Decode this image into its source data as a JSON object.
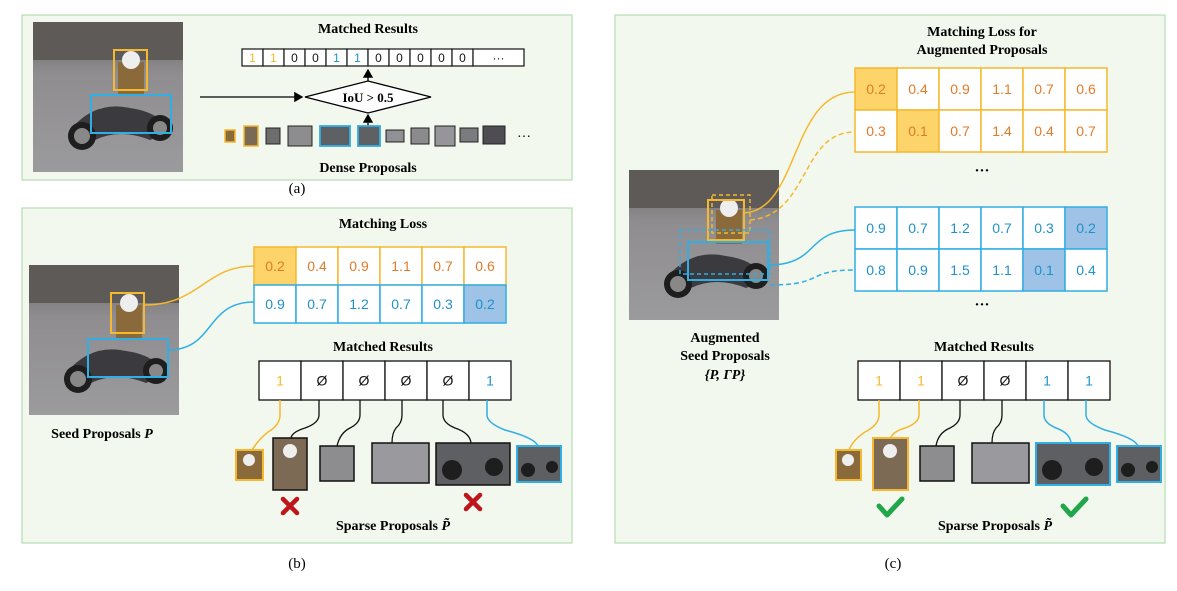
{
  "colors": {
    "panel_bg": "#f2f8ee",
    "panel_border": "#b6ddb4",
    "orange": "#f5b82e",
    "orange_text": "#e07b2a",
    "orange_fill": "#fcd46a",
    "blue": "#31aee3",
    "blue_text": "#1f91c9",
    "blue_fill": "#9fc3e6",
    "check": "#22a64a",
    "cross": "#c0141b"
  },
  "panel_a": {
    "caption": "(a)",
    "title": "Matched Results",
    "matched": [
      "1",
      "1",
      "0",
      "0",
      "1",
      "1",
      "0",
      "0",
      "0",
      "0",
      "0",
      "···"
    ],
    "matched_colors": [
      "orange",
      "orange",
      "black",
      "black",
      "blue",
      "blue",
      "black",
      "black",
      "black",
      "black",
      "black",
      "black"
    ],
    "condition": "IoU > 0.5",
    "bottom_label": "Dense Proposals",
    "ellipsis": "···"
  },
  "panel_b": {
    "caption": "(b)",
    "loss_title": "Matching Loss",
    "loss_orange": [
      "0.2",
      "0.4",
      "0.9",
      "1.1",
      "0.7",
      "0.6"
    ],
    "loss_orange_highlight": 0,
    "loss_blue": [
      "0.9",
      "0.7",
      "1.2",
      "0.7",
      "0.3",
      "0.2"
    ],
    "loss_blue_highlight": 5,
    "matched_title": "Matched Results",
    "matched": [
      "1",
      "Ø",
      "Ø",
      "Ø",
      "Ø",
      "1"
    ],
    "matched_colors": [
      "orange",
      "black",
      "black",
      "black",
      "black",
      "blue"
    ],
    "seed_label": "Seed Proposals",
    "seed_symbol": "P",
    "sparse_label": "Sparse Proposals",
    "sparse_symbol": "P̃"
  },
  "panel_c": {
    "caption": "(c)",
    "loss_title_1": "Matching Loss for",
    "loss_title_2": "Augmented Proposals",
    "loss_orange_1": [
      "0.2",
      "0.4",
      "0.9",
      "1.1",
      "0.7",
      "0.6"
    ],
    "loss_orange_1_highlight": 0,
    "loss_orange_2": [
      "0.3",
      "0.1",
      "0.7",
      "1.4",
      "0.4",
      "0.7"
    ],
    "loss_orange_2_highlight": 1,
    "loss_blue_1": [
      "0.9",
      "0.7",
      "1.2",
      "0.7",
      "0.3",
      "0.2"
    ],
    "loss_blue_1_highlight": 5,
    "loss_blue_2": [
      "0.8",
      "0.9",
      "1.5",
      "1.1",
      "0.1",
      "0.4"
    ],
    "loss_blue_2_highlight": 4,
    "ellipsis": "···",
    "aug_label_1": "Augmented",
    "aug_label_2": "Seed Proposals",
    "aug_label_3": "{P, ΓP}",
    "matched_title": "Matched Results",
    "matched": [
      "1",
      "1",
      "Ø",
      "Ø",
      "1",
      "1"
    ],
    "matched_colors": [
      "orange",
      "orange",
      "black",
      "black",
      "blue",
      "blue"
    ],
    "sparse_label": "Sparse Proposals",
    "sparse_symbol": "P̃"
  }
}
